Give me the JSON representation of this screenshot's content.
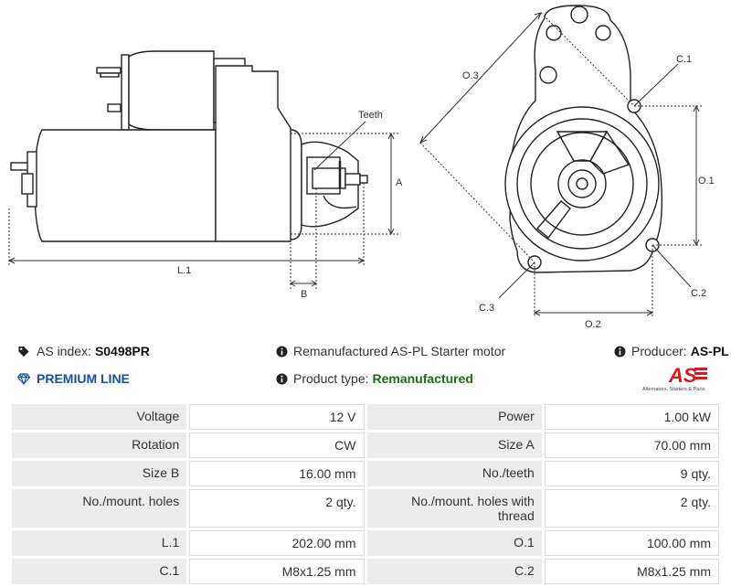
{
  "drawing_labels": {
    "teeth": "Teeth",
    "a": "A",
    "b": "B",
    "l1": "L.1",
    "o1": "O.1",
    "o2": "O.2",
    "o3": "O.3",
    "c1": "C.1",
    "c2": "C.2",
    "c3": "C.3"
  },
  "info": {
    "as_index_label": "AS index:",
    "as_index_value": "S0498PR",
    "description": "Remanufactured AS-PL Starter motor",
    "producer_label": "Producer:",
    "producer_value": "AS-PL",
    "premium": "PREMIUM LINE",
    "product_type_label": "Product type:",
    "product_type_value": "Remanufactured"
  },
  "logo": {
    "text": "AS",
    "tagline": "Alternators, Starters & Parts",
    "color": "#d8191f"
  },
  "specs": [
    {
      "k1": "Voltage",
      "v1": "12 V",
      "k2": "Power",
      "v2": "1.00 kW"
    },
    {
      "k1": "Rotation",
      "v1": "CW",
      "k2": "Size A",
      "v2": "70.00 mm"
    },
    {
      "k1": "Size B",
      "v1": "16.00 mm",
      "k2": "No./teeth",
      "v2": "9 qty."
    },
    {
      "k1": "No./mount. holes",
      "v1": "2 qty.",
      "k2": "No./mount. holes with thread",
      "v2": "2 qty."
    },
    {
      "k1": "L.1",
      "v1": "202.00 mm",
      "k2": "O.1",
      "v2": "100.00 mm"
    },
    {
      "k1": "C.1",
      "v1": "M8x1.25 mm",
      "k2": "C.2",
      "v2": "M8x1.25 mm"
    }
  ]
}
